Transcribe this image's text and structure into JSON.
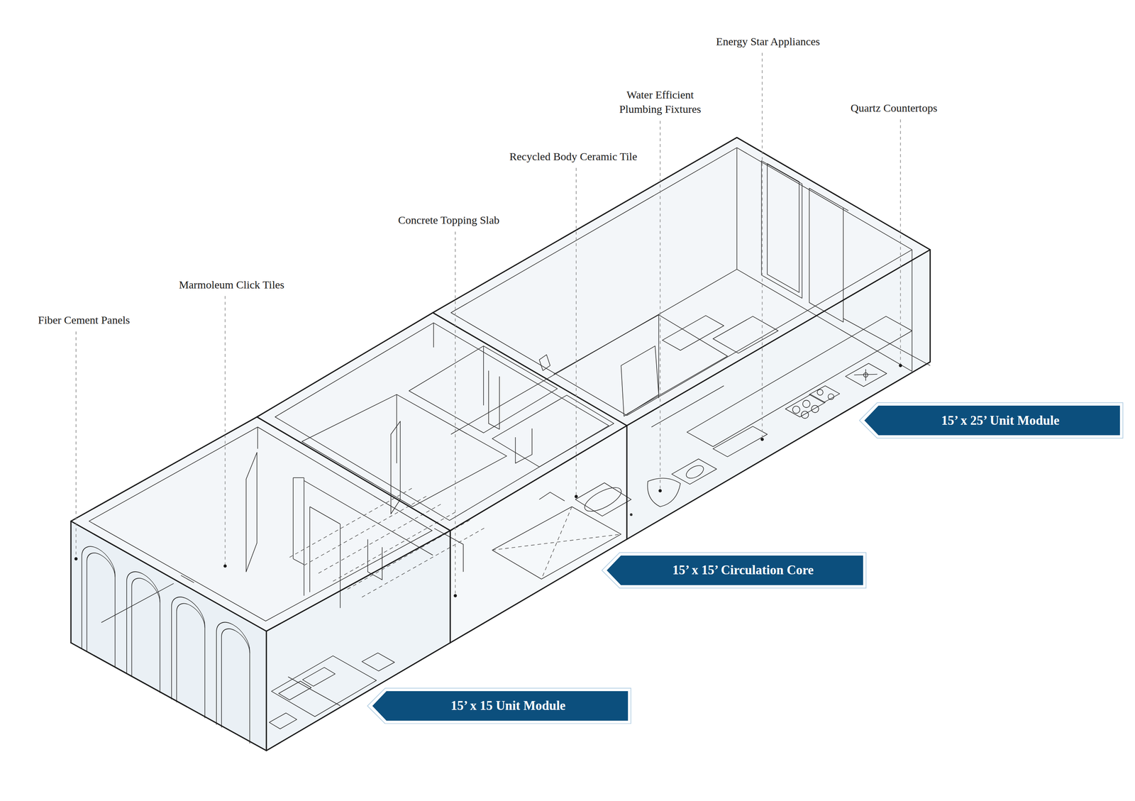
{
  "diagram": {
    "nodes": [
      {
        "text": [
          "15’ x 25’ Unit Module"
        ]
      },
      {
        "text": [
          "15’ x 15’ Circulation Core"
        ]
      },
      {
        "text": [
          "15’ x 15 Unit Module"
        ]
      }
    ],
    "labels": [
      "Fiber Cement Panels",
      "Marmoleum Click Tiles",
      "Concrete Topping Slab",
      "Recycled Body Ceramic Tile",
      "Water Efficient Plumbing Fixtures",
      "Energy Star Appliances",
      "Quartz Countertops"
    ]
  }
}
